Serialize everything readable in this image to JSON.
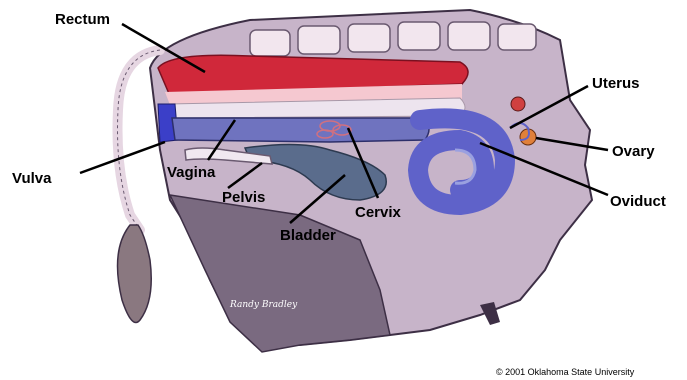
{
  "labels": {
    "rectum": "Rectum",
    "uterus": "Uterus",
    "ovary": "Ovary",
    "oviduct": "Oviduct",
    "vulva": "Vulva",
    "vagina": "Vagina",
    "pelvis": "Pelvis",
    "cervix": "Cervix",
    "bladder": "Bladder"
  },
  "copyright": "© 2001 Oklahoma State University",
  "artist_signature": "Randy Bradley",
  "colors": {
    "body": "#c7b4c9",
    "leg": "#7a6a80",
    "rectum": "#d0283a",
    "reproductive_tract": "#5f62c9",
    "bladder": "#5a6c8c",
    "ovary": "#e0803a",
    "spine": "#f2e6ee"
  }
}
